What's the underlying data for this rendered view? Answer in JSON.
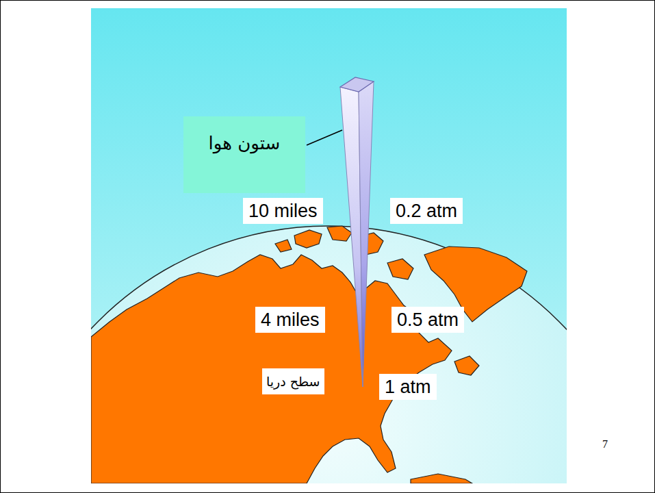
{
  "diagram": {
    "nodes": [
      {
        "text": [
          "ستون هوا"
        ]
      }
    ],
    "labels": [
      "10 miles",
      "0.2 atm",
      "4 miles",
      "0.5 atm",
      "سطح دریا",
      "1 atm",
      "7"
    ]
  }
}
